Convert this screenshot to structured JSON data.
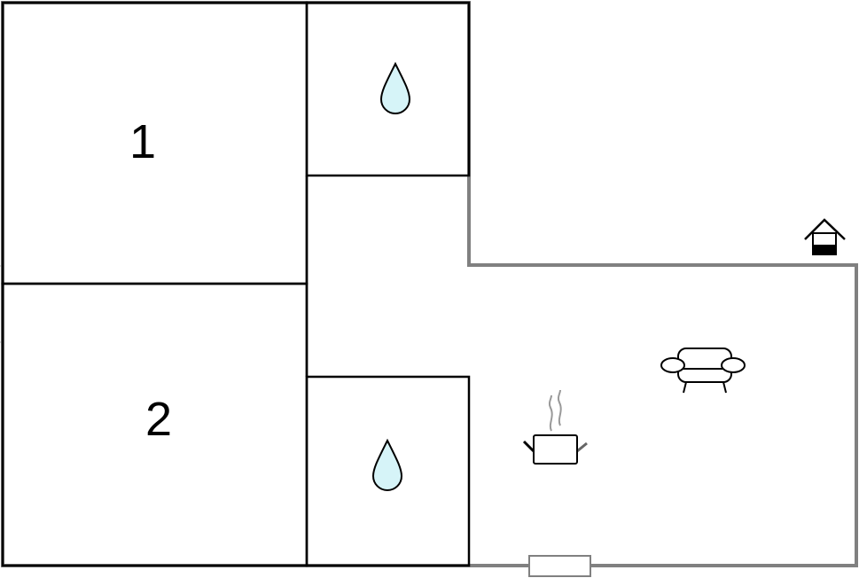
{
  "floorplan": {
    "rooms": [
      {
        "label": "1",
        "type": "bedroom"
      },
      {
        "label": "2",
        "type": "bedroom"
      }
    ],
    "icons": [
      "water-drop-icon",
      "water-drop-icon",
      "house-entrance-icon",
      "sofa-icon",
      "cooking-pot-icon",
      "door-icon"
    ],
    "colors": {
      "wall": "#808080",
      "inner_wall": "#000000",
      "water": "#d6f4f8"
    }
  }
}
